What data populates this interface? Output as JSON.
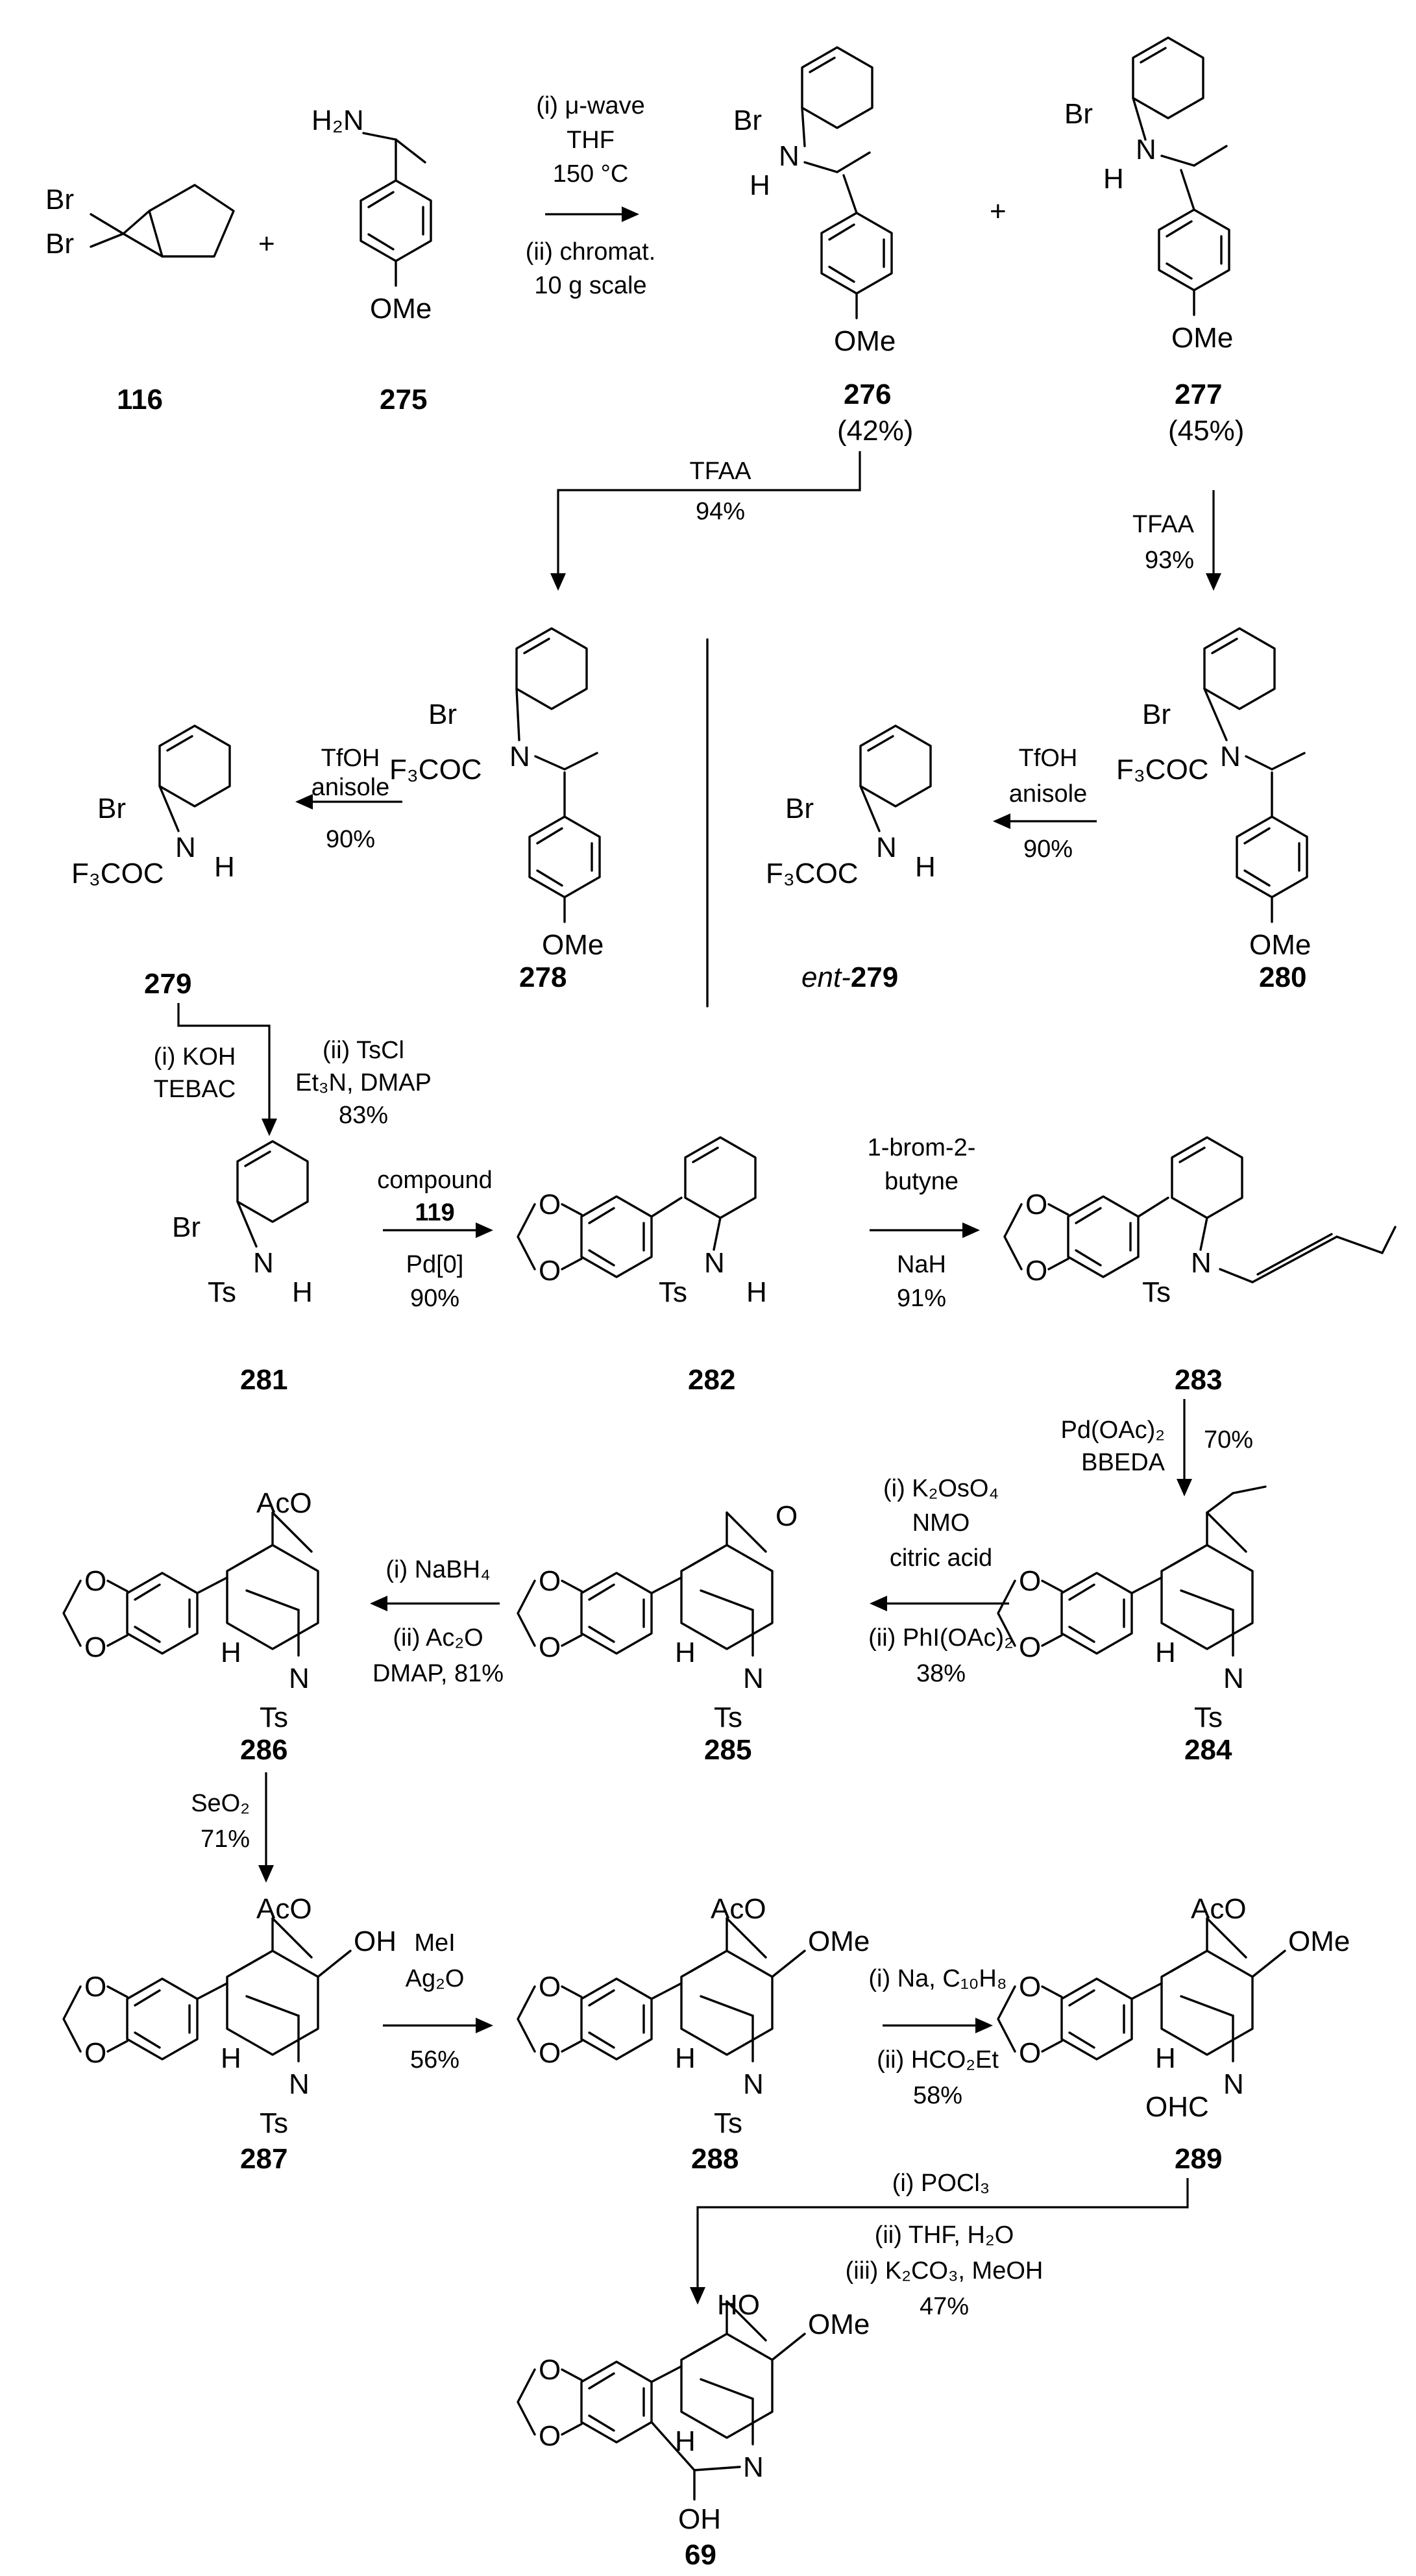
{
  "compounds": {
    "c116": "116",
    "c275": "275",
    "c276": "276",
    "c277": "277",
    "c278": "278",
    "c279": "279",
    "c280": "280",
    "ent279_prefix": "ent-",
    "ent279_num": "279",
    "c281": "281",
    "c282": "282",
    "c283": "283",
    "c284": "284",
    "c285": "285",
    "c286": "286",
    "c287": "287",
    "c288": "288",
    "c289": "289",
    "c69": "69"
  },
  "yields": {
    "y276": "(42%)",
    "y277": "(45%)"
  },
  "plus": "+",
  "atoms": {
    "Br": "Br",
    "N": "N",
    "H": "H",
    "OMe": "OMe",
    "H2N": "H₂N",
    "F3COC": "F₃COC",
    "Ts": "Ts",
    "AcO": "AcO",
    "OH": "OH",
    "HO": "HO",
    "OHC": "OHC",
    "O": "O"
  },
  "conditions": {
    "step1": [
      "(i) μ-wave",
      "THF",
      "150 °C",
      "(ii) chromat.",
      "10 g scale"
    ],
    "tfaa_left": [
      "TFAA",
      "94%"
    ],
    "tfaa_right": [
      "TFAA",
      "93%"
    ],
    "tfoh_left": [
      "TfOH",
      "anisole",
      "90%"
    ],
    "tfoh_right": [
      "TfOH",
      "anisole",
      "90%"
    ],
    "ts_step": [
      "(i) KOH",
      "TEBAC",
      "(ii) TsCl",
      "Et₃N, DMAP",
      "83%"
    ],
    "suzuki": [
      "compound",
      "119",
      "Pd[0]",
      "90%"
    ],
    "alkylation": [
      "1-brom-2-",
      "butyne",
      "NaH",
      "91%"
    ],
    "cyclization": [
      "Pd(OAc)₂",
      "BBEDA",
      "70%"
    ],
    "oxidation": [
      "(i) K₂OsO₄",
      "NMO",
      "citric acid",
      "(ii) PhI(OAc)₂",
      "38%"
    ],
    "reduction": [
      "(i) NaBH₄",
      "(ii) Ac₂O",
      "DMAP, 81%"
    ],
    "seo2": [
      "SeO₂",
      "71%"
    ],
    "methylation": [
      "MeI",
      "Ag₂O",
      "56%"
    ],
    "detosyl": [
      "(i) Na, C₁₀H₈",
      "(ii) HCO₂Et",
      "58%"
    ],
    "final": [
      "(i) POCl₃",
      "(ii) THF, H₂O",
      "(iii) K₂CO₃, MeOH",
      "47%"
    ]
  }
}
